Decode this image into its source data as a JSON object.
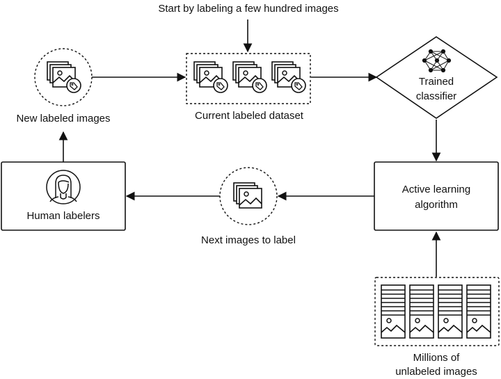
{
  "title": "Active learning loop",
  "colors": {
    "stroke": "#111111",
    "background": "#ffffff"
  },
  "nodes": {
    "start": {
      "label": "Start by labeling a few hundred images"
    },
    "new_labeled": {
      "label": "New labeled images",
      "icon": "labeled-image-stack-icon"
    },
    "current_dataset": {
      "label": "Current labeled dataset",
      "icon": "labeled-image-stack-icon",
      "icon_count": 3
    },
    "classifier": {
      "label_line1": "Trained",
      "label_line2": "classifier",
      "icon": "neural-network-icon"
    },
    "active_learning": {
      "label_line1": "Active learning",
      "label_line2": "algorithm"
    },
    "next_images": {
      "label": "Next images to label",
      "icon": "image-stack-icon"
    },
    "human": {
      "label": "Human labelers",
      "icon": "person-icon"
    },
    "unlabeled": {
      "label_line1": "Millions of",
      "label_line2": "unlabeled images",
      "icon": "image-document-icon",
      "icon_count": 4
    }
  },
  "edges": [
    {
      "from": "start",
      "to": "current_dataset"
    },
    {
      "from": "new_labeled",
      "to": "current_dataset"
    },
    {
      "from": "current_dataset",
      "to": "classifier"
    },
    {
      "from": "classifier",
      "to": "active_learning"
    },
    {
      "from": "unlabeled",
      "to": "active_learning"
    },
    {
      "from": "active_learning",
      "to": "next_images"
    },
    {
      "from": "next_images",
      "to": "human"
    },
    {
      "from": "human",
      "to": "new_labeled"
    }
  ]
}
